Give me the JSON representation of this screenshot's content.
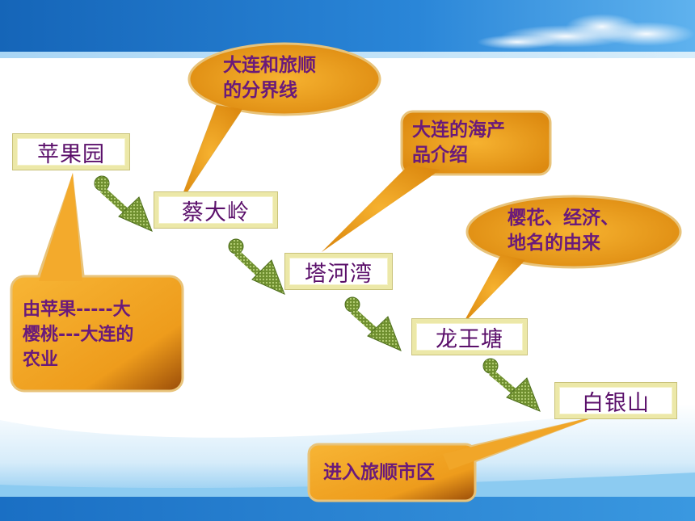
{
  "places": {
    "apple_orchard": "苹果园",
    "caidaling": "蔡大岭",
    "taheewan": "塔河湾",
    "longwangtang": "龙王塘",
    "baiyinshan": "白银山"
  },
  "callouts": {
    "boundary": {
      "line1": "大连和旅顺",
      "line2": "的分界线"
    },
    "seafood": {
      "line1": "大连的海产",
      "line2": "品介绍"
    },
    "cherry": {
      "line1": "樱花、经济、",
      "line2": "地名的由来"
    },
    "agriculture": {
      "line1": "由苹果-----大",
      "line2": "樱桃---大连的",
      "line3": "农业"
    },
    "lushun": {
      "line1": "进入旅顺市区"
    }
  },
  "colors": {
    "callout_fill": "#f0a828",
    "callout_edge": "#e8c37a",
    "text": "#6a1a7a",
    "arrow": "#7a9a3a",
    "header_blue": "#1a78c8"
  }
}
